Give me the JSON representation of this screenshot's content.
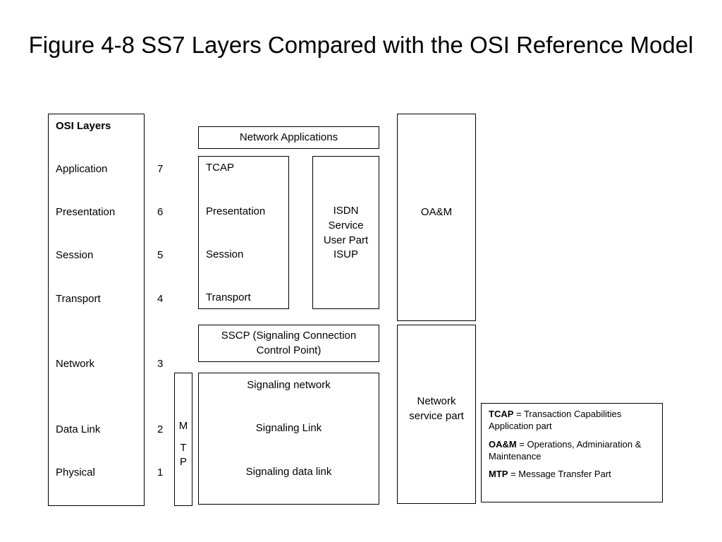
{
  "title": "Figure 4-8 SS7 Layers Compared with the OSI Reference Model",
  "osi": {
    "heading": "OSI Layers",
    "layers": [
      {
        "name": "Application",
        "number": "7"
      },
      {
        "name": "Presentation",
        "number": "6"
      },
      {
        "name": "Session",
        "number": "5"
      },
      {
        "name": "Transport",
        "number": "4"
      },
      {
        "name": "Network",
        "number": "3"
      },
      {
        "name": "Data Link",
        "number": "2"
      },
      {
        "name": "Physical",
        "number": "1"
      }
    ]
  },
  "ss7": {
    "network_applications": "Network Applications",
    "tcap_stack": [
      "TCAP",
      "Presentation",
      "Session",
      "Transport"
    ],
    "isup": [
      "ISDN",
      "Service",
      "User Part",
      "ISUP"
    ],
    "oam": "OA&M",
    "sccp": [
      "SSCP (Signaling Connection",
      "Control Point)"
    ],
    "network_service_part": [
      "Network",
      "service part"
    ],
    "mtp_letters": [
      "M",
      "T",
      "P"
    ],
    "mtp_levels": [
      "Signaling network",
      "Signaling Link",
      "Signaling data link"
    ]
  },
  "legend": [
    {
      "abbr": "TCAP",
      "desc": " = Transaction Capabilities Application part"
    },
    {
      "abbr": "OA&M",
      "desc": " = Operations, Adminiaration & Maintenance"
    },
    {
      "abbr": "MTP",
      "desc": " = Message Transfer Part"
    }
  ]
}
